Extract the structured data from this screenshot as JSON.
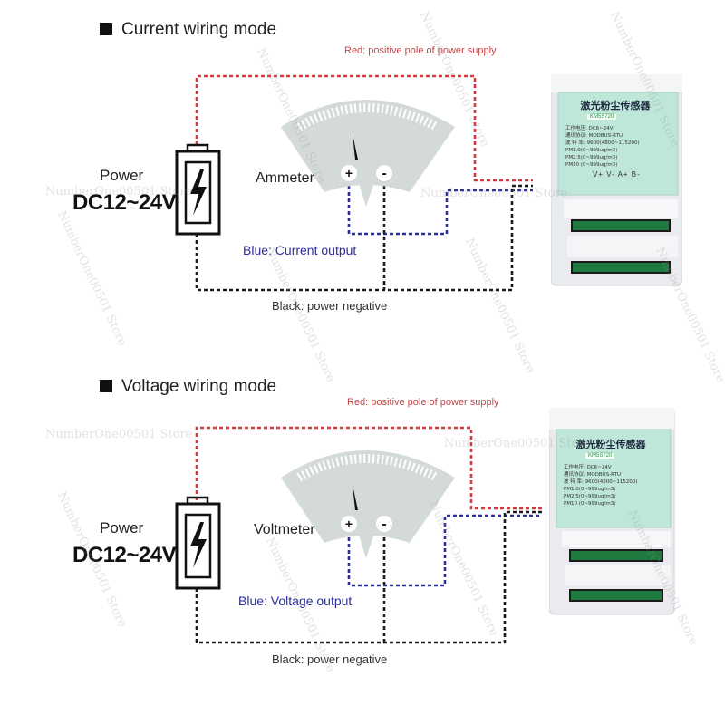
{
  "current_mode": {
    "heading": "Current wiring mode",
    "red_label": "Red: positive pole of power supply",
    "blue_label": "Blue: Current output",
    "black_label": "Black: power negative",
    "power_label": "Power",
    "power_voltage": "DC12~24V",
    "meter_label": "Ammeter",
    "meter_plus": "+",
    "meter_minus": "-"
  },
  "voltage_mode": {
    "heading": "Voltage wiring mode",
    "red_label": "Red: positive pole of power supply",
    "blue_label": "Blue: Voltage output",
    "black_label": "Black: power negative",
    "power_label": "Power",
    "power_voltage": "DC12~24V",
    "meter_label": "Voltmeter",
    "meter_plus": "+",
    "meter_minus": "-"
  },
  "sensor": {
    "title": "激光粉尘传感器",
    "model": "KM5S720",
    "spec_lines": [
      "工作电压: DC6~24V",
      "通讯协议: MODBUS-RTU",
      "波 特 率: 9600(4800~115200)",
      "PM1.0(0~999ug/m3)",
      "PM2.5(0~999ug/m3)",
      "PM10 (0~999ug/m3)"
    ],
    "terminals": "V+ V- A+ B-"
  },
  "watermark": "NumberOne00501 Store",
  "colors": {
    "red_wire": "#d43a3a",
    "blue_wire": "#2d2d9c",
    "black_wire": "#1c1c1c"
  }
}
